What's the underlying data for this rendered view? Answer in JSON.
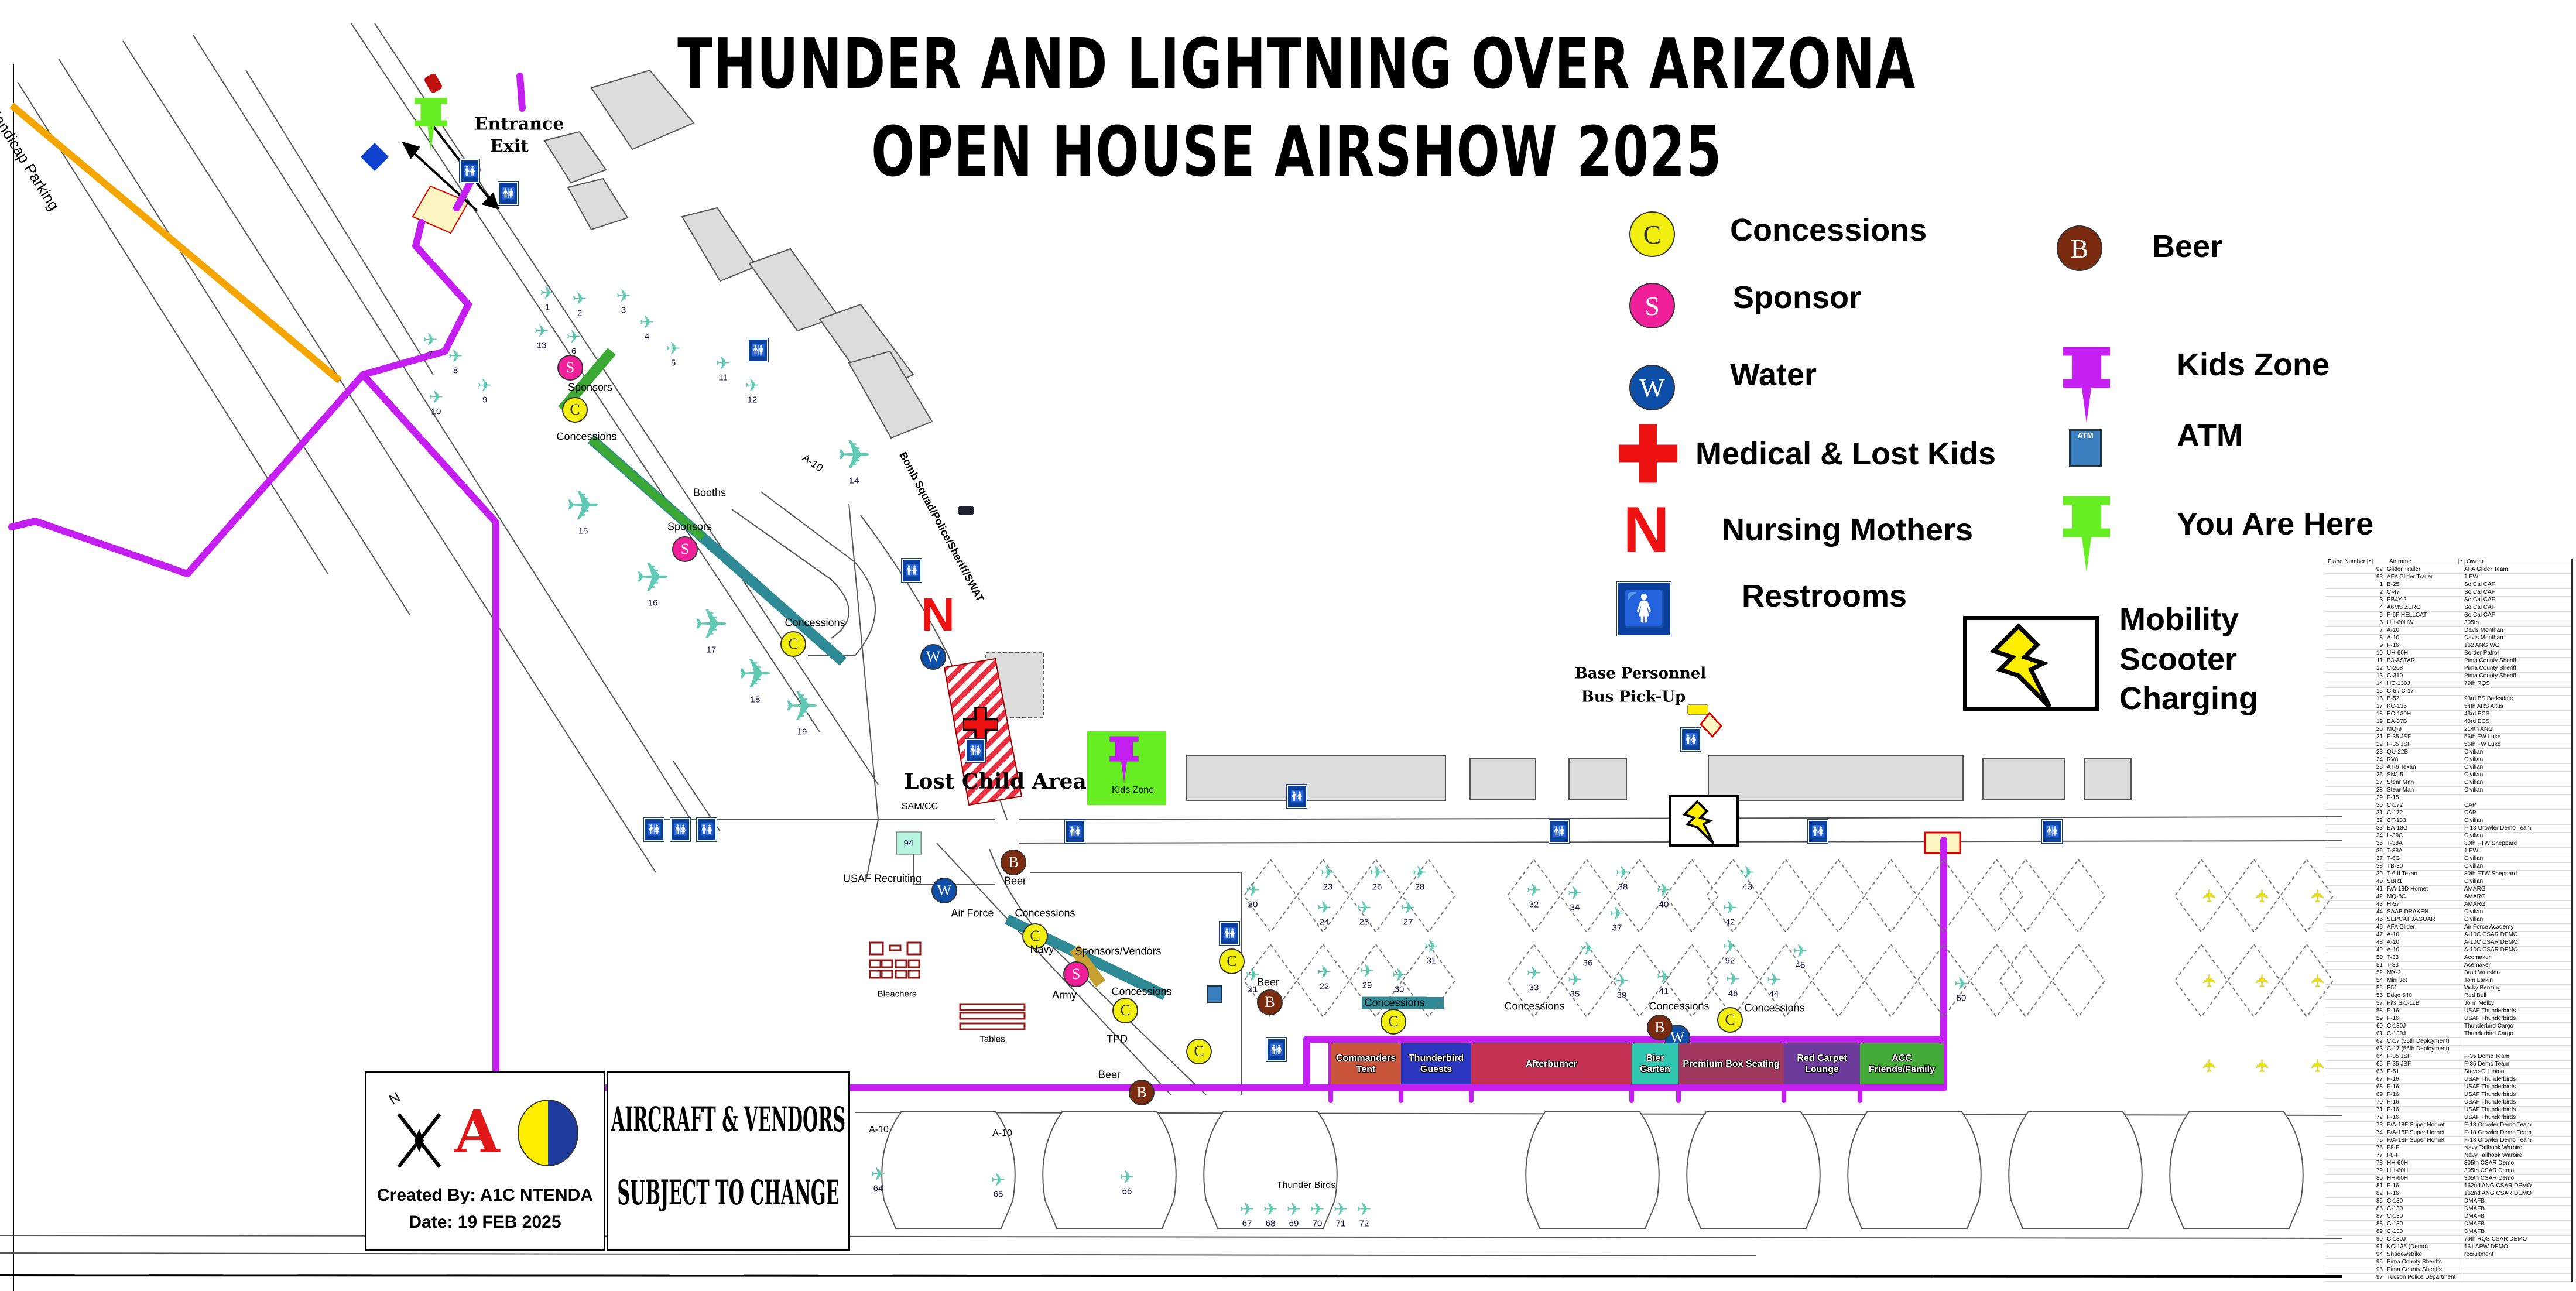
{
  "title": {
    "line1": "THUNDER AND LIGHTNING OVER ARIZONA",
    "line2": "OPEN HOUSE AIRSHOW 2025"
  },
  "legend": {
    "concessions": {
      "glyph": "C",
      "label": "Concessions"
    },
    "sponsor": {
      "glyph": "S",
      "label": "Sponsor"
    },
    "water": {
      "glyph": "W",
      "label": "Water"
    },
    "medical": {
      "label": "Medical & Lost Kids"
    },
    "nursing": {
      "glyph": "N",
      "label": "Nursing Mothers"
    },
    "restrooms": {
      "label": "Restrooms"
    },
    "beer": {
      "glyph": "B",
      "label": "Beer"
    },
    "kids_zone": {
      "label": "Kids Zone"
    },
    "atm": {
      "glyph": "ATM",
      "label": "ATM"
    },
    "you_are_here": {
      "label": "You Are Here"
    },
    "mobility": {
      "line1": "Mobility",
      "line2": "Scooter",
      "line3": "Charging"
    }
  },
  "colors": {
    "concessions": "#f2ef10",
    "sponsor": "#f0209a",
    "water": "#0d4fa8",
    "beer": "#7a2a0e",
    "walk_path": "#c41ef0",
    "parking_line": "#f5a500",
    "medical": "#ee1111",
    "kids_zone": "#66ee22"
  },
  "map": {
    "labels": {
      "entrance": "Entrance",
      "exit": "Exit",
      "handicap_parking": "Handicap Parking",
      "sponsors1": "Sponsors",
      "concessions1": "Concessions",
      "booths": "Booths",
      "sponsors2": "Sponsors",
      "concessions2": "Concessions",
      "a10_top": "A-10",
      "police": "Bomb Squad/Police/Sheriff/SWAT",
      "nursing": "N",
      "lost_child": "Lost Child Area",
      "kids_zone": "Kids Zone",
      "samcc": "SAM/CC",
      "usaf_recruiting": "USAF Recruiting",
      "air_force": "Air Force",
      "navy": "Navy",
      "army": "Army",
      "tpd": "TPD",
      "sponsors_vendors": "Sponsors/Vendors",
      "concessions3": "Concessions",
      "concessions4": "Concessions",
      "bleachers": "Bleachers",
      "tables": "Tables",
      "beer1": "Beer",
      "beer2": "Beer",
      "beer3": "Beer",
      "concessions5": "Concessions",
      "concessions6": "Concessions",
      "concessions7": "Concessions",
      "concessions8": "Concessions",
      "bus1": "Base Personnel",
      "bus2": "Bus Pick-Up",
      "a10_b1": "A-10",
      "a10_b2": "A-10",
      "thunder_birds": "Thunder Birds",
      "atm": "ATM"
    },
    "chalets": [
      "Commanders Tent",
      "Thunderbird Guests",
      "Afterburner",
      "Bier Garten",
      "Premium Box Seating",
      "Red Carpet Lounge",
      "ACC Friends/Family"
    ],
    "aircraft_numbers": [
      "1",
      "2",
      "3",
      "4",
      "5",
      "6",
      "7",
      "8",
      "9",
      "10",
      "11",
      "12",
      "13",
      "14",
      "15",
      "16",
      "17",
      "18",
      "19",
      "20",
      "21",
      "23",
      "24",
      "25",
      "26",
      "27",
      "28",
      "32",
      "34",
      "37",
      "38",
      "40",
      "42",
      "43",
      "22",
      "29",
      "30",
      "31",
      "33",
      "35",
      "36",
      "39",
      "41",
      "44",
      "45",
      "46",
      "50",
      "92",
      "64",
      "65",
      "66",
      "67",
      "68",
      "69",
      "70",
      "71",
      "72",
      "94"
    ]
  },
  "credit": {
    "created_by": "Created By: A1C NTENDA",
    "date": "Date: 19 FEB 2025",
    "logo_text": "N"
  },
  "notice": {
    "line1": "AIRCRAFT & VENDORS",
    "line2": "SUBJECT TO CHANGE"
  },
  "aircraft_table": {
    "headers": [
      "Plane Number",
      "Airframe",
      "Owner"
    ],
    "rows": [
      [
        "92",
        "Glider Trailer",
        "AFA Glider Team"
      ],
      [
        "93",
        "AFA Glider Trailer",
        "1 FW"
      ],
      [
        "1",
        "B-25",
        "So Cal CAF"
      ],
      [
        "2",
        "C-47",
        "So Cal CAF"
      ],
      [
        "3",
        "PB4Y-2",
        "So Cal CAF"
      ],
      [
        "4",
        "A6MS ZERO",
        "So Cal CAF"
      ],
      [
        "5",
        "F-6F HELLCAT",
        "So Cal CAF"
      ],
      [
        "6",
        "UH-60HW",
        "305th"
      ],
      [
        "7",
        "A-10",
        "Davis Monthan"
      ],
      [
        "8",
        "A-10",
        "Davis Monthan"
      ],
      [
        "9",
        "F-16",
        "162 ANG WG"
      ],
      [
        "10",
        "UH-60H",
        "Border Patrol"
      ],
      [
        "11",
        "B3-ASTAR",
        "Pima County Sheriff"
      ],
      [
        "12",
        "C-208",
        "Pima County Sheriff"
      ],
      [
        "13",
        "C-310",
        "Pima County Sheriff"
      ],
      [
        "14",
        "HC-130J",
        "79th RQS"
      ],
      [
        "15",
        "C-5 / C-17",
        ""
      ],
      [
        "16",
        "B-52",
        "93rd BS Barksdale"
      ],
      [
        "17",
        "KC-135",
        "54th ARS Altus"
      ],
      [
        "18",
        "EC-130H",
        "43rd ECS"
      ],
      [
        "19",
        "EA-37B",
        "43rd ECS"
      ],
      [
        "20",
        "MQ-9",
        "214th ANG"
      ],
      [
        "21",
        "F-35 JSF",
        "56th FW Luke"
      ],
      [
        "22",
        "F-35 JSF",
        "56th FW Luke"
      ],
      [
        "23",
        "QU-22B",
        "Civilian"
      ],
      [
        "24",
        "RV8",
        "Civilian"
      ],
      [
        "25",
        "AT-6 Texan",
        "Civilian"
      ],
      [
        "26",
        "SNJ-5",
        "Civilian"
      ],
      [
        "27",
        "Stear Man",
        "Civilian"
      ],
      [
        "28",
        "Stear Man",
        "Civilian"
      ],
      [
        "29",
        "F-15",
        ""
      ],
      [
        "30",
        "C-172",
        "CAP"
      ],
      [
        "31",
        "C-172",
        "CAP"
      ],
      [
        "32",
        "CT-133",
        "Civilian"
      ],
      [
        "33",
        "EA-18G",
        "F-18 Growler Demo Team"
      ],
      [
        "34",
        "L-39C",
        "Civilian"
      ],
      [
        "35",
        "T-38A",
        "80th FTW Sheppard"
      ],
      [
        "36",
        "T-38A",
        "1 FW"
      ],
      [
        "37",
        "T-6G",
        "Civilian"
      ],
      [
        "38",
        "TB-30",
        "Civilian"
      ],
      [
        "39",
        "T-6 II Texan",
        "80th FTW Sheppard"
      ],
      [
        "40",
        "SBR1",
        "Civilian"
      ],
      [
        "41",
        "F/A-18D Hornet",
        "AMARG"
      ],
      [
        "42",
        "MQ-8C",
        "AMARG"
      ],
      [
        "43",
        "H-57",
        "AMARG"
      ],
      [
        "44",
        "SAAB DRAKEN",
        "Civilian"
      ],
      [
        "45",
        "SEPCAT JAGUAR",
        "Civilian"
      ],
      [
        "46",
        "AFA Glider",
        "Air Force Academy"
      ],
      [
        "47",
        "A-10",
        "A-10C CSAR DEMO"
      ],
      [
        "48",
        "A-10",
        "A-10C CSAR DEMO"
      ],
      [
        "49",
        "A-10",
        "A-10C CSAR DEMO"
      ],
      [
        "50",
        "T-33",
        "Acemaker"
      ],
      [
        "51",
        "T-33",
        "Acemaker"
      ],
      [
        "52",
        "MX-2",
        "Brad Wursten"
      ],
      [
        "54",
        "Mini Jet",
        "Tom Larkin"
      ],
      [
        "55",
        "P51",
        "Vicky Benzing"
      ],
      [
        "56",
        "Edge 540",
        "Red Bull"
      ],
      [
        "57",
        "Pits S-1-11B",
        "John Melby"
      ],
      [
        "58",
        "F-16",
        "USAF Thunderbirds"
      ],
      [
        "59",
        "F-16",
        "USAF Thunderbirds"
      ],
      [
        "60",
        "C-130J",
        "Thunderbird Cargo"
      ],
      [
        "61",
        "C-130J",
        "Thunderbird Cargo"
      ],
      [
        "62",
        "C-17 (55th Deployment)",
        ""
      ],
      [
        "63",
        "C-17 (55th Deployment)",
        ""
      ],
      [
        "64",
        "F-35 JSF",
        "F-35 Demo Team"
      ],
      [
        "65",
        "F-35 JSF",
        "F-35 Demo Team"
      ],
      [
        "66",
        "P-51",
        "Steve-O Hinton"
      ],
      [
        "67",
        "F-16",
        "USAF Thunderbirds"
      ],
      [
        "68",
        "F-16",
        "USAF Thunderbirds"
      ],
      [
        "69",
        "F-16",
        "USAF Thunderbirds"
      ],
      [
        "70",
        "F-16",
        "USAF Thunderbirds"
      ],
      [
        "71",
        "F-16",
        "USAF Thunderbirds"
      ],
      [
        "72",
        "F-16",
        "USAF Thunderbirds"
      ],
      [
        "73",
        "F/A-18F Super Hornet",
        "F-18 Growler Demo Team"
      ],
      [
        "74",
        "F/A-18F Super Hornet",
        "F-18 Growler Demo Team"
      ],
      [
        "75",
        "F/A-18F Super Hornet",
        "F-18 Growler Demo Team"
      ],
      [
        "76",
        "F8-F",
        "Navy Tailhook Warbird"
      ],
      [
        "77",
        "F8-F",
        "Navy Tailhook Warbird"
      ],
      [
        "78",
        "HH-60H",
        "305th CSAR Demo"
      ],
      [
        "79",
        "HH-60H",
        "305th CSAR Demo"
      ],
      [
        "80",
        "HH-60H",
        "305th CSAR Demo"
      ],
      [
        "81",
        "F-16",
        "162nd ANG CSAR DEMO"
      ],
      [
        "82",
        "F-16",
        "162nd ANG CSAR DEMO"
      ],
      [
        "85",
        "C-130",
        "DMAFB"
      ],
      [
        "86",
        "C-130",
        "DMAFB"
      ],
      [
        "87",
        "C-130",
        "DMAFB"
      ],
      [
        "88",
        "C-130",
        "DMAFB"
      ],
      [
        "89",
        "C-130",
        "DMAFB"
      ],
      [
        "90",
        "C-130J",
        "79th RQS CSAR DEMO"
      ],
      [
        "91",
        "KC-135 (Demo)",
        "161 ARW DEMO"
      ],
      [
        "94",
        "Shadowstrike",
        "recruitment"
      ],
      [
        "95",
        "Pima County Sheriffs",
        ""
      ],
      [
        "96",
        "Pima County Sheriffs",
        ""
      ],
      [
        "97",
        "Tucson Police Department",
        ""
      ]
    ]
  }
}
